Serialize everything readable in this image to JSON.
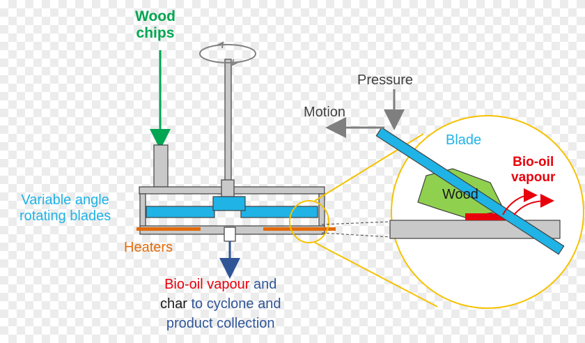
{
  "labels": {
    "wood_line1": "Wood",
    "wood_line2": "chips",
    "variable_line1": "Variable angle",
    "variable_line2": "rotating blades",
    "heaters": "Heaters",
    "pressure": "Pressure",
    "motion": "Motion",
    "blade": "Blade",
    "wood": "Wood",
    "biooil_line1": "Bio-oil",
    "biooil_line2": "vapour",
    "output_line1_red": "Bio-oil vapour",
    "output_line1_blue": " and",
    "output_line2_black": "char",
    "output_line2_blue": " to cyclone and",
    "output_line3": "product collection"
  },
  "colors": {
    "green": "#00a651",
    "cyan": "#1fb3e6",
    "orange": "#e26b0a",
    "red": "#e8000b",
    "navy": "#2f5597",
    "gray": "#7f7f7f",
    "steel": "#c9c9c9",
    "wood_fill": "#8fd14f",
    "circle_stroke": "#f5c200"
  },
  "icons": {
    "rotation": "rotation-arrow-icon"
  }
}
